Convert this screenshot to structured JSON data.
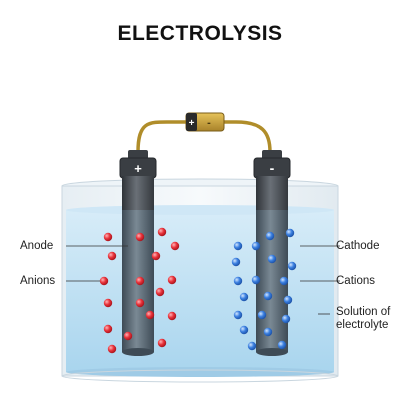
{
  "title": "ELECTROLYSIS",
  "labels": {
    "anode": "Anode",
    "anions": "Anions",
    "cathode": "Cathode",
    "cations": "Cations",
    "solution_line1": "Solution of",
    "solution_line2": "electrolyte"
  },
  "terminals": {
    "anode_sign": "+",
    "cathode_sign": "-",
    "battery_plus": "+",
    "battery_minus": "-"
  },
  "colors": {
    "anion": "#e8323a",
    "cation": "#3a7fe0",
    "electrolyte": "#bfe0f2",
    "electrode": "#4a4f55",
    "wire": "#b08d2a",
    "battery": "#c9a43a"
  },
  "anion_positions": "red spheres around anode",
  "cation_positions": "blue spheres around cathode"
}
